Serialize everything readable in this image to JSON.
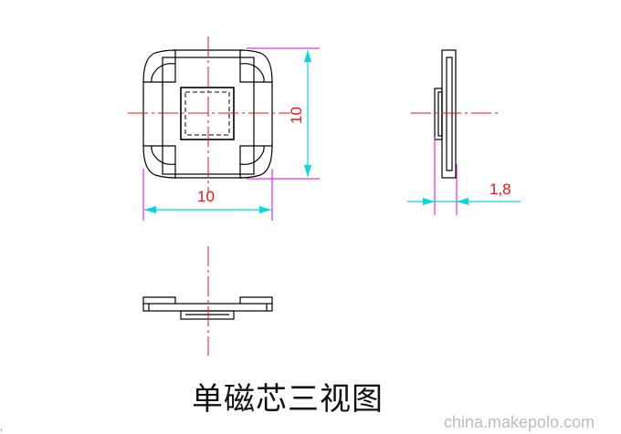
{
  "diagram": {
    "caption": "单磁芯三视图",
    "dimensions": {
      "front_width": "10",
      "front_height": "10",
      "side_thickness": "1,8"
    },
    "views": [
      "front-view",
      "side-view",
      "top-view"
    ]
  },
  "watermark": "china.makepolo.com",
  "colors": {
    "outline": "#000000",
    "centerline": "#e8151b",
    "dimension_text": "#e8151b",
    "extension_line": "#e000e0",
    "dimension_line": "#00d8e0"
  }
}
